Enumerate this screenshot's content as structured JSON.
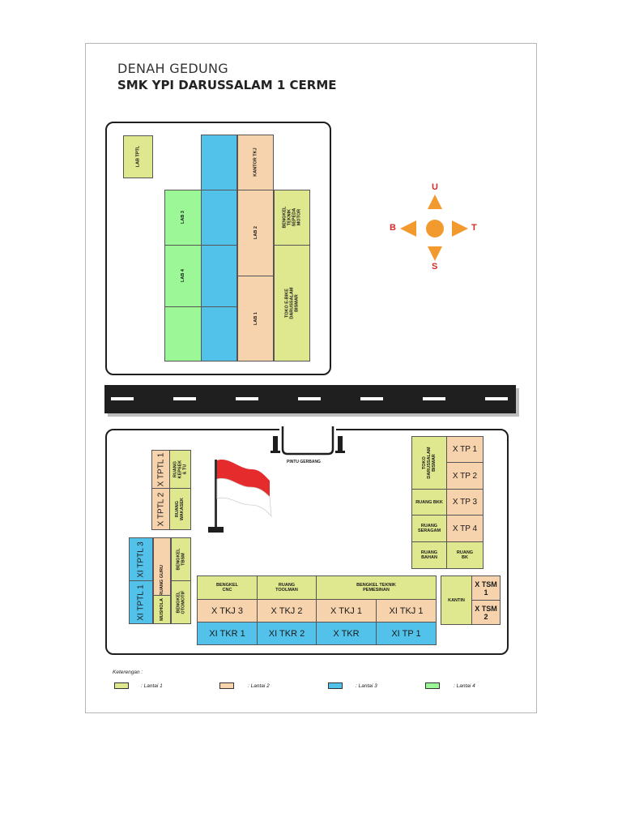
{
  "header": {
    "title": "DENAH GEDUNG",
    "subtitle": "SMK YPI DARUSSALAM 1 CERME"
  },
  "north_block": {
    "lab_tptl": "LAB TPTL",
    "kantor_tkj": "KANTOR TKJ",
    "lab3": "LAB 3",
    "lab4": "LAB 4",
    "lab2": "LAB 2",
    "lab1": "LAB 1",
    "bengkel_motor": "BENGKEL TEKNIK SEPEDA MOTOR",
    "toko_ebike": "TOKO E-BIKE DARUSSALAM BISMAR"
  },
  "compass": {
    "north": "U",
    "south": "S",
    "east": "T",
    "west": "B",
    "arrow_color": "#f29a2e"
  },
  "south_block": {
    "gate": "PINTU GERBANG",
    "x_tptl_1": "X TPTL 1",
    "ruang_kepsek": "RUANG KEPSEK & TU",
    "x_tptl_2": "X TPTL 2",
    "ruang_wakasek": "RUANG WAKASEK",
    "xi_tptl_3": "XI TPTL 3",
    "ruang_guru": "RUANG GURU",
    "bengkel_tbsm": "BENGKEL TBSM",
    "xi_tptl_1": "XI TPTL 1",
    "mushola": "MUSHOLA",
    "bengkel_otomotif": "BENGKEL OTOMOTIF",
    "toko_bismar": "TOKO DARUSSALAM BISMAR",
    "x_tp_1": "X TP 1",
    "x_tp_2": "X TP 2",
    "ruang_bkk": "RUANG BKK",
    "x_tp_3": "X TP 3",
    "ruang_seragam": "RUANG SERAGAM",
    "x_tp_4": "X TP 4",
    "ruang_bahan": "RUANG BAHAN",
    "ruang_bk": "RUANG BK",
    "bengkel_cnc": "BENGKEL CNC",
    "ruang_toolman": "RUANG TOOLMAN",
    "bengkel_pemesinan": "BENGKEL TEKNIK PEMESINAN",
    "x_tkj_3": "X TKJ 3",
    "x_tkj_2": "X TKJ 2",
    "x_tkj_1": "X TKJ 1",
    "xi_tkj_1": "XI TKJ 1",
    "xi_tkr_1": "XI TKR 1",
    "xi_tkr_2": "XI TKR 2",
    "x_tkr": "X TKR",
    "xi_tp_1": "XI TP 1",
    "kantin": "KANTIN",
    "x_tsm_1": "X TSM 1",
    "x_tsm_2": "X TSM 2"
  },
  "legend": {
    "title": "Keterengan :",
    "items": [
      {
        "label": ": Lantai 1",
        "color": "#dfe88f"
      },
      {
        "label": ": Lantai 2",
        "color": "#f6d3ac"
      },
      {
        "label": ": Lantai 3",
        "color": "#52c2ea"
      },
      {
        "label": ": Lantai 4",
        "color": "#9cf796"
      }
    ]
  },
  "flag": {
    "red": "#e52b2b",
    "white": "#ffffff"
  }
}
